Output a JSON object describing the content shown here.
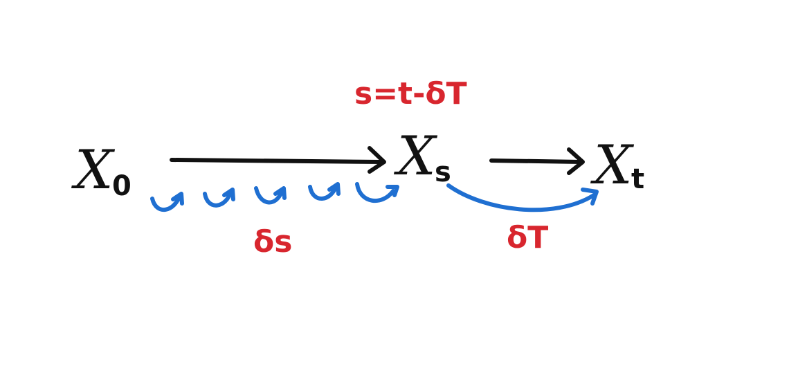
{
  "nodes": {
    "x0": {
      "symbol": "X",
      "subscript": "0"
    },
    "xs": {
      "symbol": "X",
      "subscript": "s"
    },
    "xt": {
      "symbol": "X",
      "subscript": "t"
    }
  },
  "labels": {
    "equation": "s=t-δT",
    "delta_s": "δs",
    "delta_t": "δT"
  },
  "colors": {
    "arrows": "#111111",
    "jumps": "#1f6fd1",
    "annotations": "#d8262e"
  }
}
